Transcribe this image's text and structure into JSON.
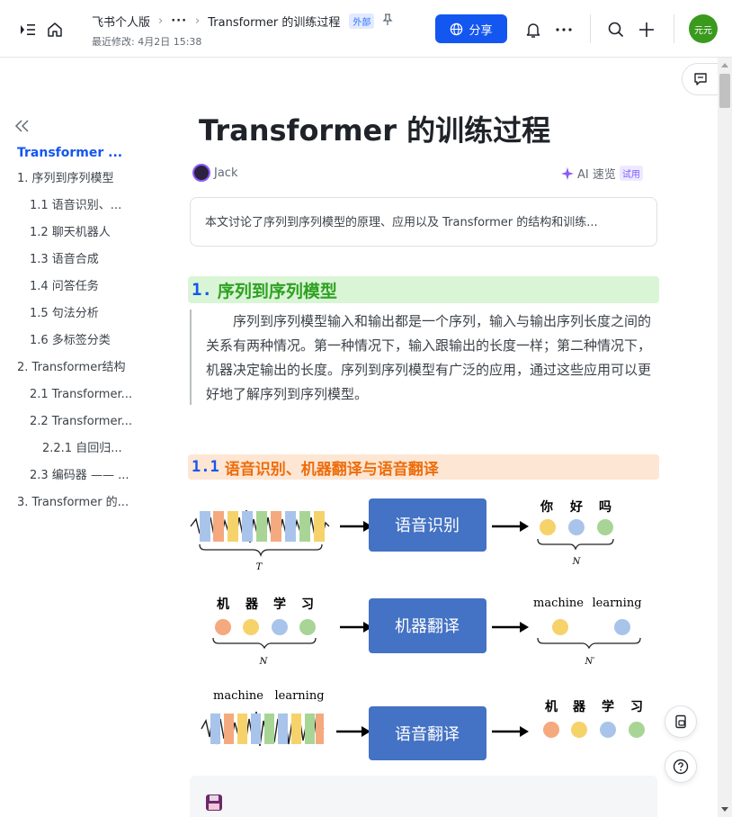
{
  "topbar": {
    "workspace": "飞书个人版",
    "ellipsis": "···",
    "doc_name": "Transformer 的训练过程",
    "external_badge": "外部",
    "modified": "最近修改: 4月2日 15:38",
    "share_label": "分享",
    "avatar_text": "元元"
  },
  "toc": {
    "items": [
      {
        "label": "Transformer ...",
        "level": 0,
        "active": true
      },
      {
        "label": "1. 序列到序列模型",
        "level": 0
      },
      {
        "label": "1.1 语音识别、...",
        "level": 1
      },
      {
        "label": "1.2 聊天机器人",
        "level": 1
      },
      {
        "label": "1.3 语音合成",
        "level": 1
      },
      {
        "label": "1.4 问答任务",
        "level": 1
      },
      {
        "label": "1.5 句法分析",
        "level": 1
      },
      {
        "label": "1.6 多标签分类",
        "level": 1
      },
      {
        "label": "2. Transformer结构",
        "level": 0
      },
      {
        "label": "2.1 Transformer...",
        "level": 1
      },
      {
        "label": "2.2 Transformer...",
        "level": 1
      },
      {
        "label": "2.2.1 自回归...",
        "level": 2
      },
      {
        "label": "2.3 编码器 —— ...",
        "level": 1
      },
      {
        "label": "3. Transformer 的...",
        "level": 0
      }
    ]
  },
  "doc": {
    "title": "Transformer 的训练过程",
    "author": "Jack",
    "ai_summary": "AI 速览",
    "trial_badge": "试用",
    "summary": "本文讨论了序列到序列模型的原理、应用以及 Transformer 的结构和训练...",
    "h1_num": "1.",
    "h1_text": "序列到序列模型",
    "paragraph": "序列到序列模型输入和输出都是一个序列，输入与输出序列长度之间的关系有两种情况。第一种情况下，输入跟输出的长度一样；第二种情况下，机器决定输出的长度。序列到序列模型有广泛的应用，通过这些应用可以更好地了解序列到序列模型。",
    "h2_num": "1.1",
    "h2_text": "语音识别、机器翻译与语音翻译"
  },
  "diagram": {
    "row1": {
      "box": "语音识别",
      "under_in": "T",
      "outputs": [
        "你",
        "好",
        "吗"
      ],
      "under_out": "N"
    },
    "row2": {
      "inputs": [
        "机",
        "器",
        "学",
        "习"
      ],
      "box": "机器翻译",
      "under_in": "N",
      "outputs": [
        "machine",
        "learning"
      ],
      "under_out": "N′"
    },
    "row3": {
      "input_words": [
        "machine",
        "learning"
      ],
      "box": "语音翻译",
      "outputs": [
        "机",
        "器",
        "学",
        "习"
      ]
    },
    "colors": {
      "orange": "#f5a97f",
      "yellow": "#f6d26b",
      "blue": "#a9c4ea",
      "green": "#a8d596",
      "box": "#4472c4"
    }
  },
  "colors": {
    "accent": "#1456f0",
    "h1_bg": "#d9f5d6",
    "h1_fg": "#2ea121",
    "h2_bg": "#fde6d3",
    "h2_fg": "#ed6d0c"
  }
}
